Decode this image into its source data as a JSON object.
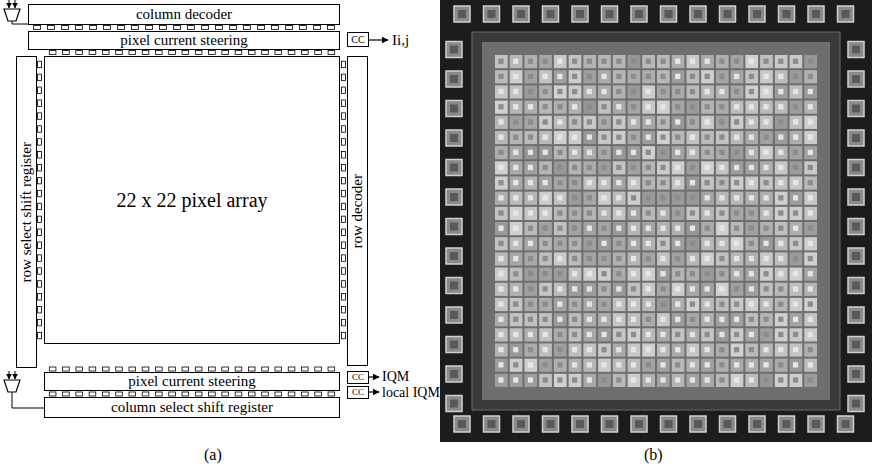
{
  "diagram": {
    "nodes": [
      {
        "text": [
          "column decoder"
        ]
      },
      {
        "text": [
          "pixel current steering"
        ]
      },
      {
        "text": [
          "CC"
        ]
      },
      {
        "text": [
          "row select shift register"
        ]
      },
      {
        "text": [
          "22 x 22 pixel array"
        ]
      },
      {
        "text": [
          "row decoder"
        ]
      },
      {
        "text": [
          "pixel current steering"
        ]
      },
      {
        "text": [
          "CC"
        ]
      },
      {
        "text": [
          "CC"
        ]
      },
      {
        "text": [
          "column select shift register"
        ]
      }
    ],
    "labels": [
      "Ii,j",
      "IQM",
      "local IQM",
      "(a)",
      "(b)"
    ]
  }
}
